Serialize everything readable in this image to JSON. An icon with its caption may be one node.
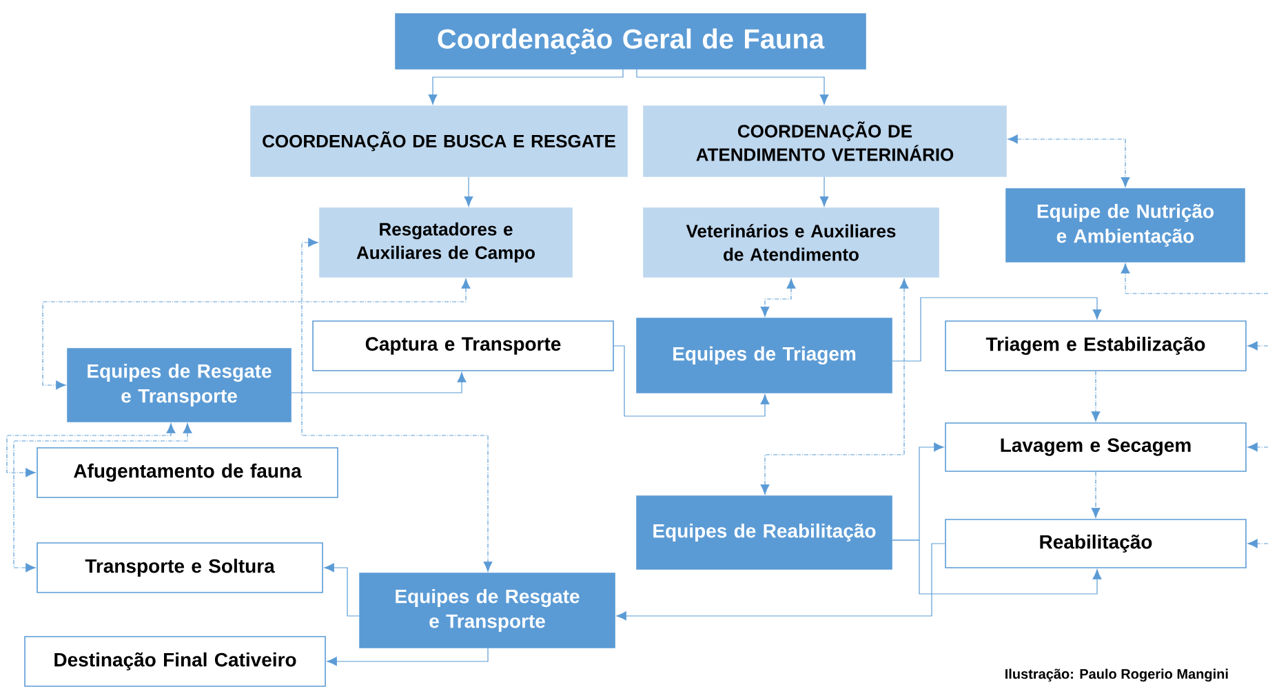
{
  "diagram": {
    "nodes": [
      {
        "text": [
          "Coordenação Geral de Fauna"
        ]
      },
      {
        "text": [
          "COORDENAÇÃO DE BUSCA E RESGATE"
        ]
      },
      {
        "text": [
          "COORDENAÇÃO DE ATENDIMENTO VETERINÁRIO"
        ]
      },
      {
        "text": [
          "Resgatadores e Auxiliares de Campo"
        ]
      },
      {
        "text": [
          "Veterinários e Auxiliares de Atendimento"
        ]
      },
      {
        "text": [
          "Equipe de Nutrição e Ambientação"
        ]
      },
      {
        "text": [
          "Captura e Transporte"
        ]
      },
      {
        "text": [
          "Equipes de Resgate e Transporte"
        ]
      },
      {
        "text": [
          "Equipes de Triagem"
        ]
      },
      {
        "text": [
          "Triagem e Estabilização"
        ]
      },
      {
        "text": [
          "Afugentamento de fauna"
        ]
      },
      {
        "text": [
          "Lavagem e Secagem"
        ]
      },
      {
        "text": [
          "Equipes de Reabilitação"
        ]
      },
      {
        "text": [
          "Reabilitação"
        ]
      },
      {
        "text": [
          "Transporte e Soltura"
        ]
      },
      {
        "text": [
          "Equipes de Resgate e Transporte"
        ]
      },
      {
        "text": [
          "Destinação Final Cativeiro"
        ]
      }
    ],
    "edges": [
      {
        "from": 0,
        "to": 1,
        "arrow": "to"
      },
      {
        "from": 0,
        "to": 2,
        "arrow": "to"
      },
      {
        "from": 1,
        "to": 3,
        "arrow": "to"
      },
      {
        "from": 2,
        "to": 4,
        "arrow": "to"
      },
      {
        "from": 2,
        "to": 5,
        "arrow": "both",
        "style": "dashed"
      },
      {
        "from": 3,
        "to": 7,
        "arrow": "both",
        "style": "dashed"
      },
      {
        "from": 3,
        "to": 15,
        "arrow": "both",
        "style": "dashed"
      },
      {
        "from": 7,
        "to": 10,
        "arrow": "both",
        "style": "dashed"
      },
      {
        "from": 7,
        "to": 14,
        "arrow": "both",
        "style": "dashed"
      },
      {
        "from": 7,
        "to": 6,
        "arrow": "to"
      },
      {
        "from": 6,
        "to": 8,
        "arrow": "to"
      },
      {
        "from": 4,
        "to": 8,
        "arrow": "both",
        "style": "dashed"
      },
      {
        "from": 4,
        "to": 12,
        "arrow": "both",
        "style": "dashed"
      },
      {
        "from": 8,
        "to": 9,
        "arrow": "to"
      },
      {
        "from": null,
        "to": 5,
        "arrow": "to",
        "style": "dashed"
      },
      {
        "from": null,
        "to": 9,
        "arrow": "to",
        "style": "dashed"
      },
      {
        "from": null,
        "to": 11,
        "arrow": "to",
        "style": "dashed"
      },
      {
        "from": null,
        "to": 13,
        "arrow": "to",
        "style": "dashed"
      },
      {
        "from": 9,
        "to": 11,
        "arrow": "to",
        "style": "dashed"
      },
      {
        "from": 11,
        "to": 13,
        "arrow": "to",
        "style": "dashed"
      },
      {
        "from": 12,
        "to": 11,
        "arrow": "to"
      },
      {
        "from": 12,
        "to": 13,
        "arrow": "to"
      },
      {
        "from": 13,
        "to": 15,
        "arrow": "to"
      },
      {
        "from": 15,
        "to": 14,
        "arrow": "to"
      },
      {
        "from": 15,
        "to": 16,
        "arrow": "to"
      }
    ],
    "labels": [
      "Ilustração: Paulo Rogerio Mangini"
    ]
  }
}
